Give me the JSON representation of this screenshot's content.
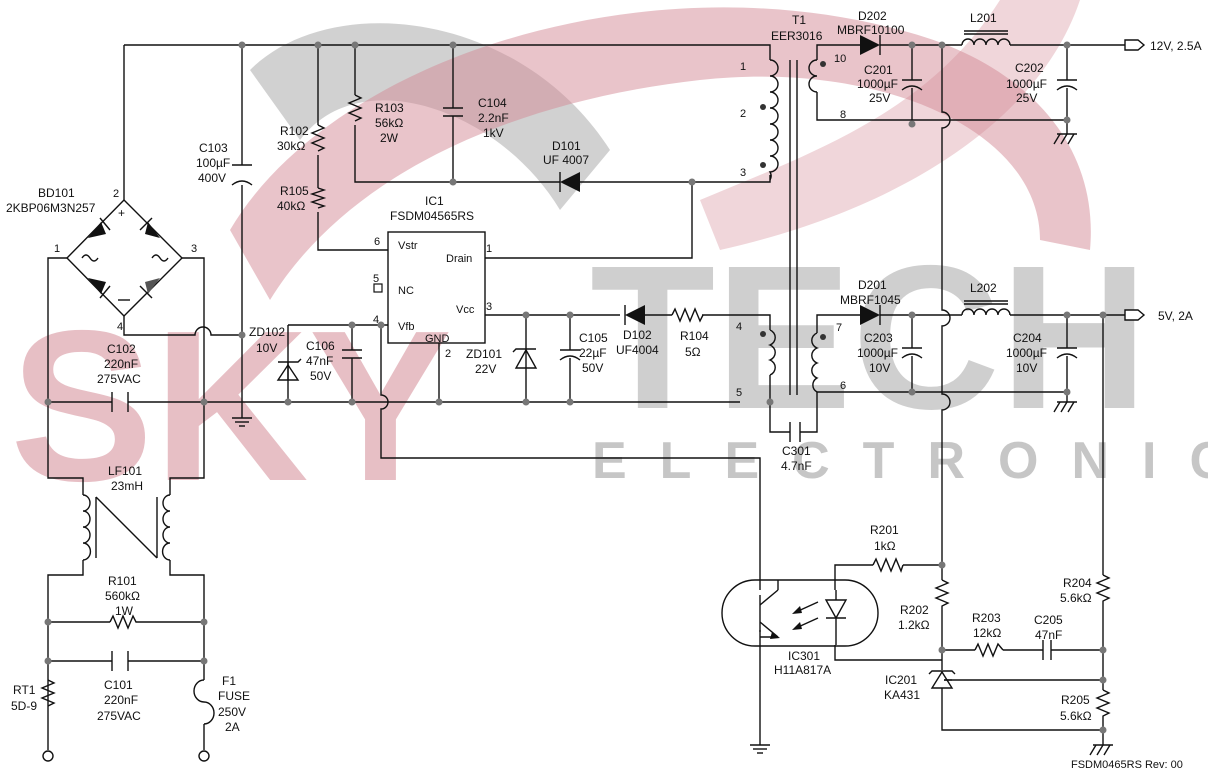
{
  "watermark": {
    "brand_left": "SKY",
    "brand_right": "TECH",
    "brand_sub": "ELECTRONIC",
    "brand_color": "#d48a95",
    "gray_color": "#8d8d8d"
  },
  "outputs": {
    "out12": "12V, 2.5A",
    "out5": "5V, 2A"
  },
  "parts": [
    {
      "id": "T1_ref",
      "text": "T1"
    },
    {
      "id": "T1_val",
      "text": "EER3016"
    },
    {
      "id": "D202_ref",
      "text": "D202"
    },
    {
      "id": "D202_val",
      "text": "MBRF10100"
    },
    {
      "id": "L201_ref",
      "text": "L201"
    },
    {
      "id": "C201_ref",
      "text": "C201"
    },
    {
      "id": "C201_v1",
      "text": "1000µF"
    },
    {
      "id": "C201_v2",
      "text": "25V"
    },
    {
      "id": "C202_ref",
      "text": "C202"
    },
    {
      "id": "C202_v1",
      "text": "1000µF"
    },
    {
      "id": "C202_v2",
      "text": "25V"
    },
    {
      "id": "R103_ref",
      "text": "R103"
    },
    {
      "id": "R103_v1",
      "text": "56kΩ"
    },
    {
      "id": "R103_v2",
      "text": "2W"
    },
    {
      "id": "C104_ref",
      "text": "C104"
    },
    {
      "id": "C104_v1",
      "text": "2.2nF"
    },
    {
      "id": "C104_v2",
      "text": "1kV"
    },
    {
      "id": "R102_ref",
      "text": "R102"
    },
    {
      "id": "R102_val",
      "text": "30kΩ"
    },
    {
      "id": "C103_ref",
      "text": "C103"
    },
    {
      "id": "C103_v1",
      "text": "100µF"
    },
    {
      "id": "C103_v2",
      "text": "400V"
    },
    {
      "id": "D101_ref",
      "text": "D101"
    },
    {
      "id": "D101_val",
      "text": "UF 4007"
    },
    {
      "id": "R105_ref",
      "text": "R105"
    },
    {
      "id": "R105_val",
      "text": "40kΩ"
    },
    {
      "id": "IC1_ref",
      "text": "IC1"
    },
    {
      "id": "IC1_val",
      "text": "FSDM04565RS"
    },
    {
      "id": "BD101_ref",
      "text": "BD101"
    },
    {
      "id": "BD101_val",
      "text": "2KBP06M3N257"
    },
    {
      "id": "D201_ref",
      "text": "D201"
    },
    {
      "id": "D201_val",
      "text": "MBRF1045"
    },
    {
      "id": "L202_ref",
      "text": "L202"
    },
    {
      "id": "C203_ref",
      "text": "C203"
    },
    {
      "id": "C203_v1",
      "text": "1000µF"
    },
    {
      "id": "C203_v2",
      "text": "10V"
    },
    {
      "id": "C204_ref",
      "text": "C204"
    },
    {
      "id": "C204_v1",
      "text": "1000µF"
    },
    {
      "id": "C204_v2",
      "text": "10V"
    },
    {
      "id": "ZD102_ref",
      "text": "ZD102"
    },
    {
      "id": "ZD102_val",
      "text": "10V"
    },
    {
      "id": "C106_ref",
      "text": "C106"
    },
    {
      "id": "C106_v1",
      "text": "47nF"
    },
    {
      "id": "C106_v2",
      "text": "50V"
    },
    {
      "id": "C105_ref",
      "text": "C105"
    },
    {
      "id": "C105_v1",
      "text": "22µF"
    },
    {
      "id": "C105_v2",
      "text": "50V"
    },
    {
      "id": "D102_ref",
      "text": "D102"
    },
    {
      "id": "D102_val",
      "text": "UF4004"
    },
    {
      "id": "R104_ref",
      "text": "R104"
    },
    {
      "id": "R104_val",
      "text": "5Ω"
    },
    {
      "id": "ZD101_ref",
      "text": "ZD101"
    },
    {
      "id": "ZD101_val",
      "text": "22V"
    },
    {
      "id": "C102_ref",
      "text": "C102"
    },
    {
      "id": "C102_v1",
      "text": "220nF"
    },
    {
      "id": "C102_v2",
      "text": "275VAC"
    },
    {
      "id": "C301_ref",
      "text": "C301"
    },
    {
      "id": "C301_val",
      "text": "4.7nF"
    },
    {
      "id": "LF101_ref",
      "text": "LF101"
    },
    {
      "id": "LF101_val",
      "text": "23mH"
    },
    {
      "id": "R201_ref",
      "text": "R201"
    },
    {
      "id": "R201_val",
      "text": "1kΩ"
    },
    {
      "id": "R101_ref",
      "text": "R101"
    },
    {
      "id": "R101_v1",
      "text": "560kΩ"
    },
    {
      "id": "R101_v2",
      "text": "1W"
    },
    {
      "id": "R204_ref",
      "text": "R204"
    },
    {
      "id": "R204_val",
      "text": "5.6kΩ"
    },
    {
      "id": "R202_ref",
      "text": "R202"
    },
    {
      "id": "R202_val",
      "text": "1.2kΩ"
    },
    {
      "id": "R203_ref",
      "text": "R203"
    },
    {
      "id": "R203_val",
      "text": "12kΩ"
    },
    {
      "id": "C205_ref",
      "text": "C205"
    },
    {
      "id": "C205_val",
      "text": "47nF"
    },
    {
      "id": "IC301_ref",
      "text": "IC301"
    },
    {
      "id": "IC301_val",
      "text": "H11A817A"
    },
    {
      "id": "IC201_ref",
      "text": "IC201"
    },
    {
      "id": "IC201_val",
      "text": "KA431"
    },
    {
      "id": "R205_ref",
      "text": "R205"
    },
    {
      "id": "R205_val",
      "text": "5.6kΩ"
    },
    {
      "id": "RT1_ref",
      "text": "RT1"
    },
    {
      "id": "RT1_val",
      "text": "5D-9"
    },
    {
      "id": "C101_ref",
      "text": "C101"
    },
    {
      "id": "C101_v1",
      "text": "220nF"
    },
    {
      "id": "C101_v2",
      "text": "275VAC"
    },
    {
      "id": "F1_ref",
      "text": "F1"
    },
    {
      "id": "F1_v1",
      "text": "FUSE"
    },
    {
      "id": "F1_v2",
      "text": "250V"
    },
    {
      "id": "F1_v3",
      "text": "2A"
    }
  ],
  "ic_pins": {
    "vstr": "Vstr",
    "drain": "Drain",
    "nc": "NC",
    "vcc": "Vcc",
    "vfb": "Vfb",
    "gnd": "GND"
  },
  "pin_numbers": [
    "1",
    "2",
    "3",
    "4",
    "5",
    "6",
    "7",
    "8",
    "10",
    "1",
    "2",
    "3",
    "4",
    "5",
    "6",
    "1",
    "2",
    "3",
    "4",
    "2"
  ],
  "footer": "FSDM0465RS Rev: 00"
}
